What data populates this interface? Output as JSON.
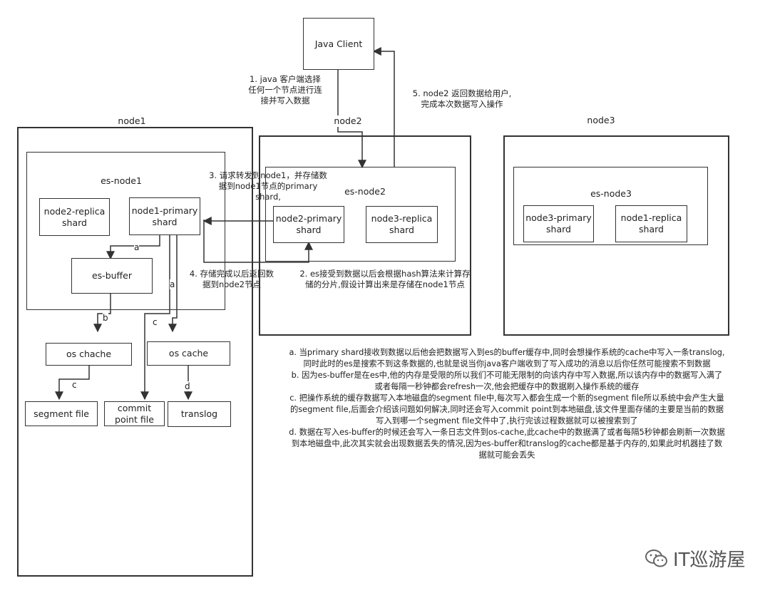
{
  "client": {
    "label": "Java Client"
  },
  "nodes": {
    "node1": {
      "title": "node1",
      "inner": "es-node1",
      "shard_a": "node2-replica\nshard",
      "shard_b": "node1-primary\nshard"
    },
    "node2": {
      "title": "node2",
      "inner": "es-node2",
      "shard_a": "node2-primary\nshard",
      "shard_b": "node3-replica\nshard"
    },
    "node3": {
      "title": "node3",
      "inner": "es-node3",
      "shard_a": "node3-primary\nshard",
      "shard_b": "node1-replica\nshard"
    }
  },
  "storage": {
    "es_buffer": "es-buffer",
    "os_chache": "os chache",
    "os_cache": "os cache",
    "segment_file": "segment file",
    "commit_point_file": "commit\npoint file",
    "translog": "translog"
  },
  "edge_labels": {
    "a1": "a",
    "a2": "a",
    "b": "b",
    "c1": "c",
    "c2": "c",
    "d": "d"
  },
  "steps": {
    "step1": "1. java 客户端选择\n任何一个节点进行连\n接并写入数据",
    "step2": "2. es接受到数据以后会根据hash算法来计算存\n储的分片,假设计算出来是存储在node1节点",
    "step3": "3. 请求转发到node1，并存储数\n据到node1节点的primary\nshard,",
    "step4": "4. 存储完成以后返回数\n据到node2节点",
    "step5": "5. node2 返回数据给用户,\n完成本次数据写入操作"
  },
  "explanation": [
    "a. 当primary shard接收到数据以后他会把数据写入到es的buffer缓存中,同时会想操作系统的cache中写入一条translog,\n同时此时的es是搜索不到这条数据的,也就是说当你java客户端收到了写入成功的消息以后你任然可能搜索不到数据",
    "b. 因为es-buffer是在es中,他的内存是受限的所以我们不可能无限制的向该内存中写入数据,所以该内存中的数据写入满了\n或者每隔一秒钟都会refresh一次,他会把缓存中的数据刷入操作系统的缓存",
    "c. 把操作系统的缓存数据写入本地磁盘的segment file中,每次写入都会生成一个新的segment file所以系统中会产生大量\n的segment file,后面会介绍该问题如何解决,同时还会写入commit point到本地磁盘,该文件里面存储的主要是当前的数据\n写入到哪一个segment file文件中了,执行完该过程数据就可以被搜索到了",
    "d. 数据在写入es-buffer的时候还会写入一条日志文件到os-cache,此cache中的数据满了或者每隔5秒钟都会刷新一次数据\n到本地磁盘中,此次其实就会出现数据丢失的情况,因为es-buffer和translog的cache都是基于内存的,如果此时机器挂了数\n据就可能会丢失"
  ],
  "watermark": "IT巡游屋"
}
